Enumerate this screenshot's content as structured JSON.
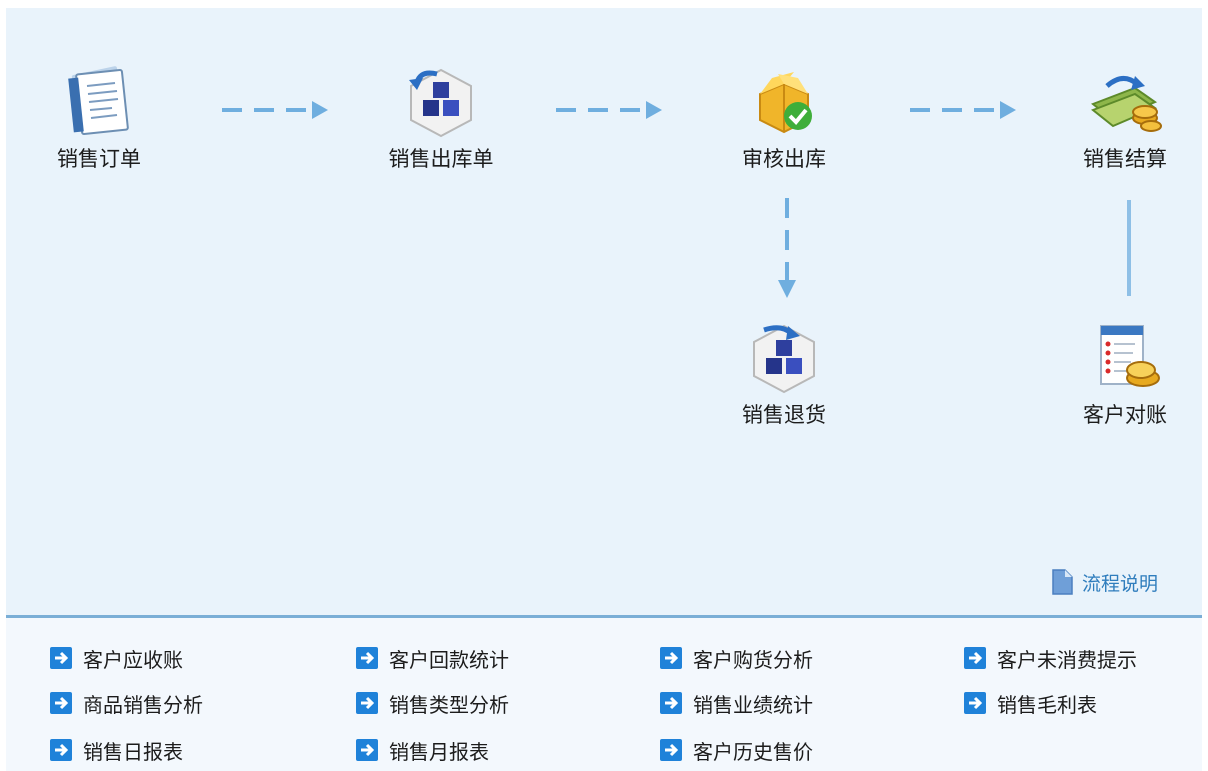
{
  "flow": {
    "nodes": [
      {
        "label": "销售订单",
        "icon": "sales-order-document-icon"
      },
      {
        "label": "销售出库单",
        "icon": "outbound-cubes-icon"
      },
      {
        "label": "审核出库",
        "icon": "audit-box-icon"
      },
      {
        "label": "销售结算",
        "icon": "settlement-money-icon"
      },
      {
        "label": "销售退货",
        "icon": "return-cubes-icon"
      },
      {
        "label": "客户对账",
        "icon": "reconciliation-coins-icon"
      }
    ],
    "explain_label": "流程说明",
    "explain_icon": "document-icon"
  },
  "links": {
    "icon": "arrow-right-icon",
    "items": [
      "客户应收账",
      "客户回款统计",
      "客户购货分析",
      "客户未消费提示",
      "商品销售分析",
      "销售类型分析",
      "销售业绩统计",
      "销售毛利表",
      "销售日报表",
      "销售月报表",
      "客户历史售价"
    ]
  },
  "colors": {
    "panel": "#e9f3fb",
    "divider": "#7aaed6",
    "flow_arrow": "#6faedf",
    "link_arrow": "#1f82d9",
    "link_text": "#2f7dbd"
  }
}
